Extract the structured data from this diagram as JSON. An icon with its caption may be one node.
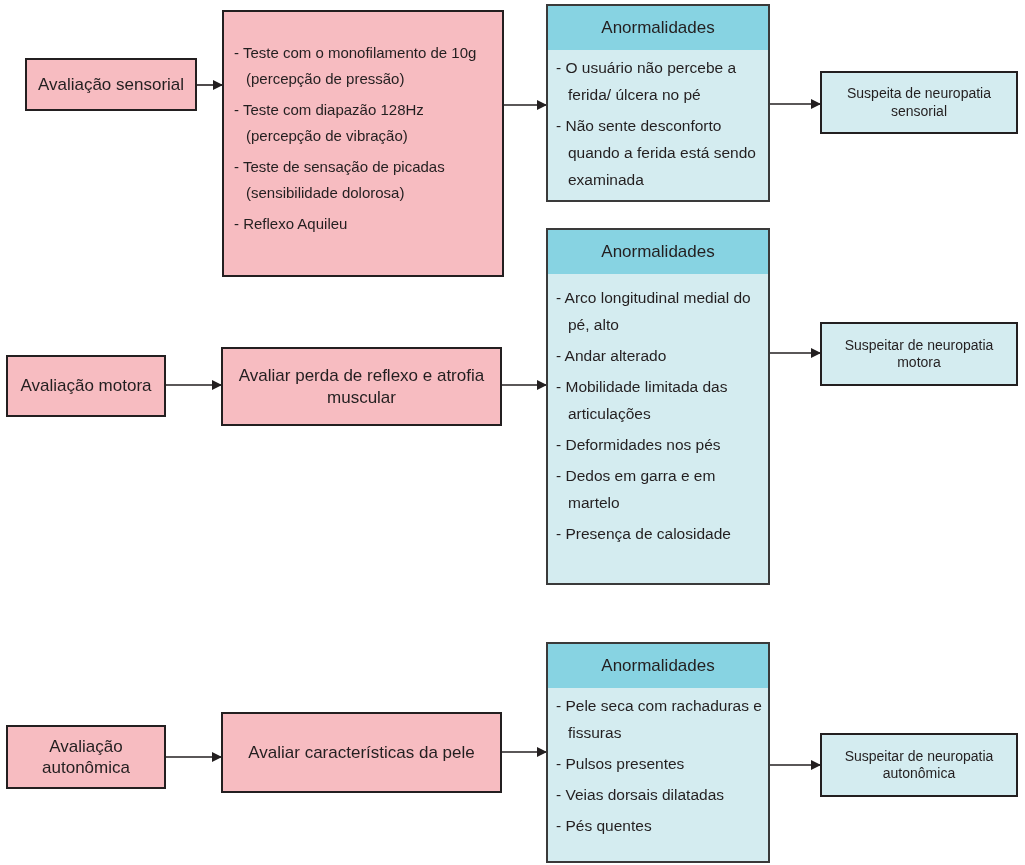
{
  "diagram": {
    "nodes": [
      {
        "text": [
          "Avaliação sensorial"
        ]
      },
      {
        "text": [
          "- Teste com o monofilamento de 10g (percepção de pressão)",
          "- Teste com diapazão 128Hz (percepção de vibração)",
          "- Teste de sensação de picadas (sensibilidade dolorosa)",
          "- Reflexo Aquileu"
        ]
      },
      {
        "text": [
          "Anormalidades",
          "- O usuário não percebe a ferida/ úlcera no pé",
          "- Não sente desconforto quando a ferida está sendo examinada"
        ]
      },
      {
        "text": [
          "Suspeita de neuropatia sensorial"
        ]
      },
      {
        "text": [
          "Avaliação motora"
        ]
      },
      {
        "text": [
          "Avaliar perda de reflexo e atrofia muscular"
        ]
      },
      {
        "text": [
          "Anormalidades",
          "- Arco longitudinal medial do pé, alto",
          "- Andar alterado",
          "- Mobilidade limitada das articulações",
          "- Deformidades nos pés",
          "- Dedos em garra e em martelo",
          "- Presença de calosidade"
        ]
      },
      {
        "text": [
          "Suspeitar de neuropatia motora"
        ]
      },
      {
        "text": [
          "Avaliação autonômica"
        ]
      },
      {
        "text": [
          "Avaliar características da pele"
        ]
      },
      {
        "text": [
          "Anormalidades",
          "- Pele seca com rachaduras e fissuras",
          "- Pulsos presentes",
          "- Veias dorsais dilatadas",
          "- Pés quentes"
        ]
      },
      {
        "text": [
          "Suspeitar de neuropatia autonômica"
        ]
      }
    ],
    "edges": [
      {
        "from": 0,
        "to": 1,
        "arrow": "to"
      },
      {
        "from": 1,
        "to": 2,
        "arrow": "to"
      },
      {
        "from": 2,
        "to": 3,
        "arrow": "to"
      },
      {
        "from": 4,
        "to": 5,
        "arrow": "to"
      },
      {
        "from": 5,
        "to": 6,
        "arrow": "to"
      },
      {
        "from": 6,
        "to": 7,
        "arrow": "to"
      },
      {
        "from": 8,
        "to": 9,
        "arrow": "to"
      },
      {
        "from": 9,
        "to": 10,
        "arrow": "to"
      },
      {
        "from": 10,
        "to": 11,
        "arrow": "to"
      }
    ]
  }
}
